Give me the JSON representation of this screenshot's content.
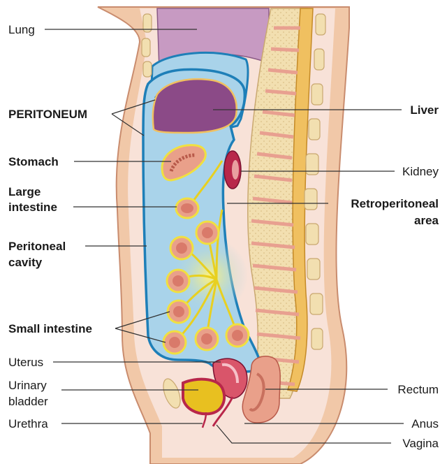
{
  "diagram": {
    "labels": {
      "lung": "Lung",
      "peritoneum": "PERITONEUM",
      "stomach": "Stomach",
      "large_intestine_1": "Large",
      "large_intestine_2": "intestine",
      "peritoneal_cavity_1": "Peritoneal",
      "peritoneal_cavity_2": "cavity",
      "small_intestine": "Small intestine",
      "uterus": "Uterus",
      "urinary_bladder_1": "Urinary",
      "urinary_bladder_2": "bladder",
      "urethra": "Urethra",
      "liver": "Liver",
      "kidney": "Kidney",
      "retroperitoneal_1": "Retroperitoneal",
      "retroperitoneal_2": "area",
      "rectum": "Rectum",
      "anus": "Anus",
      "vagina": "Vagina"
    },
    "colors": {
      "skin": "#f1c8a8",
      "body_interior": "#f8e2d8",
      "peritoneal_cavity": "#a9d3ea",
      "peritoneum_line": "#1e7fb8",
      "liver": "#8b4a87",
      "lung": "#c79ac2",
      "spine_bone": "#f2dfb0",
      "spinal_cord": "#f0c060",
      "organ_pink": "#e9a08a",
      "kidney": "#b8274a",
      "bladder": "#e8c020",
      "mesentery": "#f0e040"
    }
  }
}
